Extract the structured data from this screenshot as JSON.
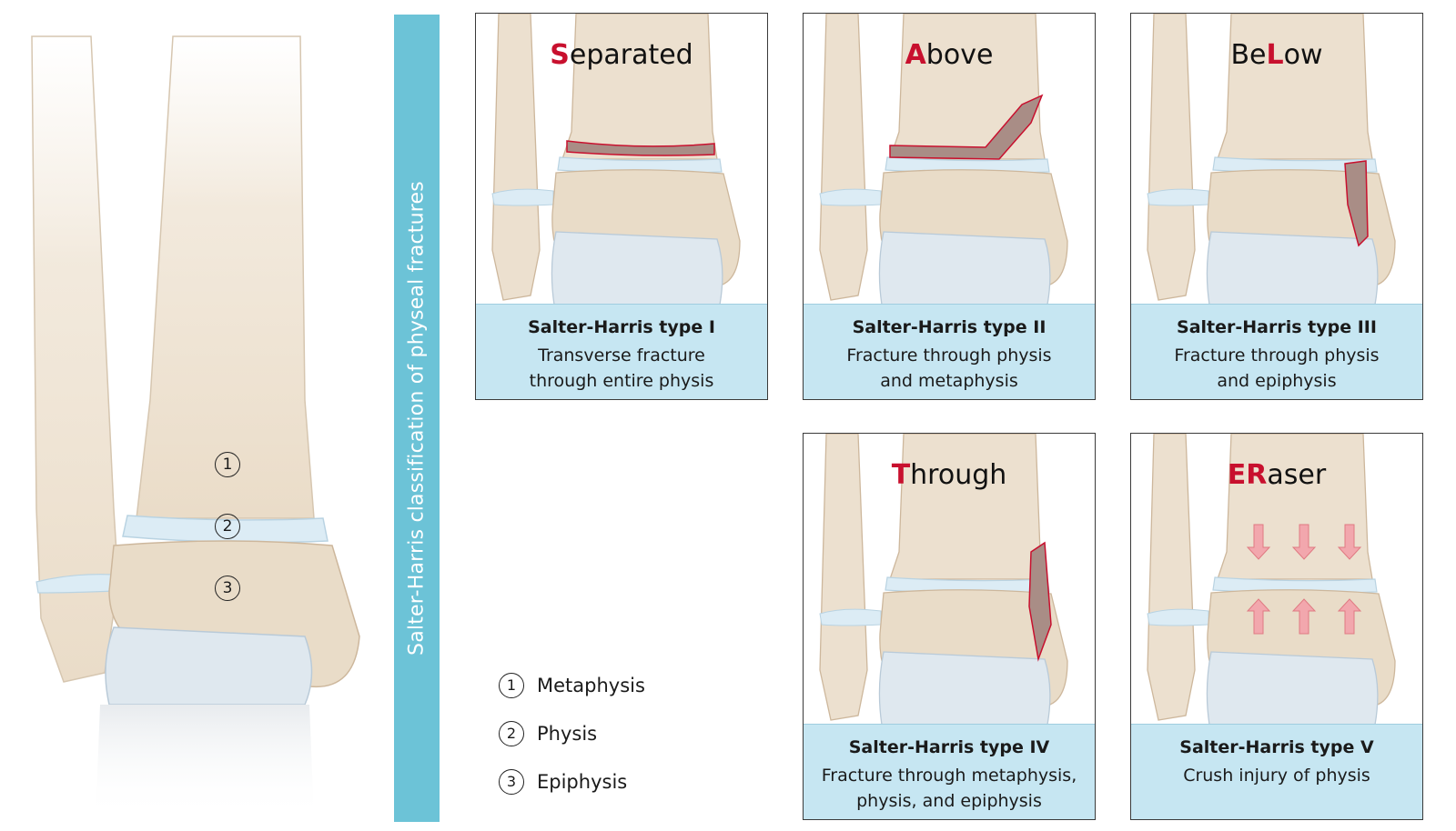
{
  "banner": {
    "title": "Salter-Harris classification of physeal fractures"
  },
  "anatomy_markers": [
    "1",
    "2",
    "3"
  ],
  "legend": [
    {
      "num": "1",
      "label": "Metaphysis"
    },
    {
      "num": "2",
      "label": "Physis"
    },
    {
      "num": "3",
      "label": "Epiphysis"
    }
  ],
  "colors": {
    "accent": "#c8102e",
    "banner": "#6cc3d7",
    "caption_bg": "#c6e6f2",
    "bone": "#ece0cf",
    "cartilage": "#dcecf5"
  },
  "panels": [
    {
      "hl": "S",
      "rest": "eparated",
      "type": "Salter-Harris type I",
      "desc": [
        "Transverse fracture",
        "through entire physis"
      ]
    },
    {
      "hl": "A",
      "rest": "bove",
      "type": "Salter-Harris type II",
      "desc": [
        "Fracture through physis",
        "and metaphysis"
      ]
    },
    {
      "pre": "Be",
      "hl": "L",
      "rest": "ow",
      "type": "Salter-Harris type III",
      "desc": [
        "Fracture through physis",
        "and epiphysis"
      ]
    },
    {
      "hl": "T",
      "rest": "hrough",
      "type": "Salter-Harris type IV",
      "desc": [
        "Fracture through metaphysis,",
        "physis, and epiphysis"
      ]
    },
    {
      "hl": "ER",
      "rest": "aser",
      "type": "Salter-Harris type V",
      "desc": [
        "Crush injury of physis"
      ]
    }
  ]
}
